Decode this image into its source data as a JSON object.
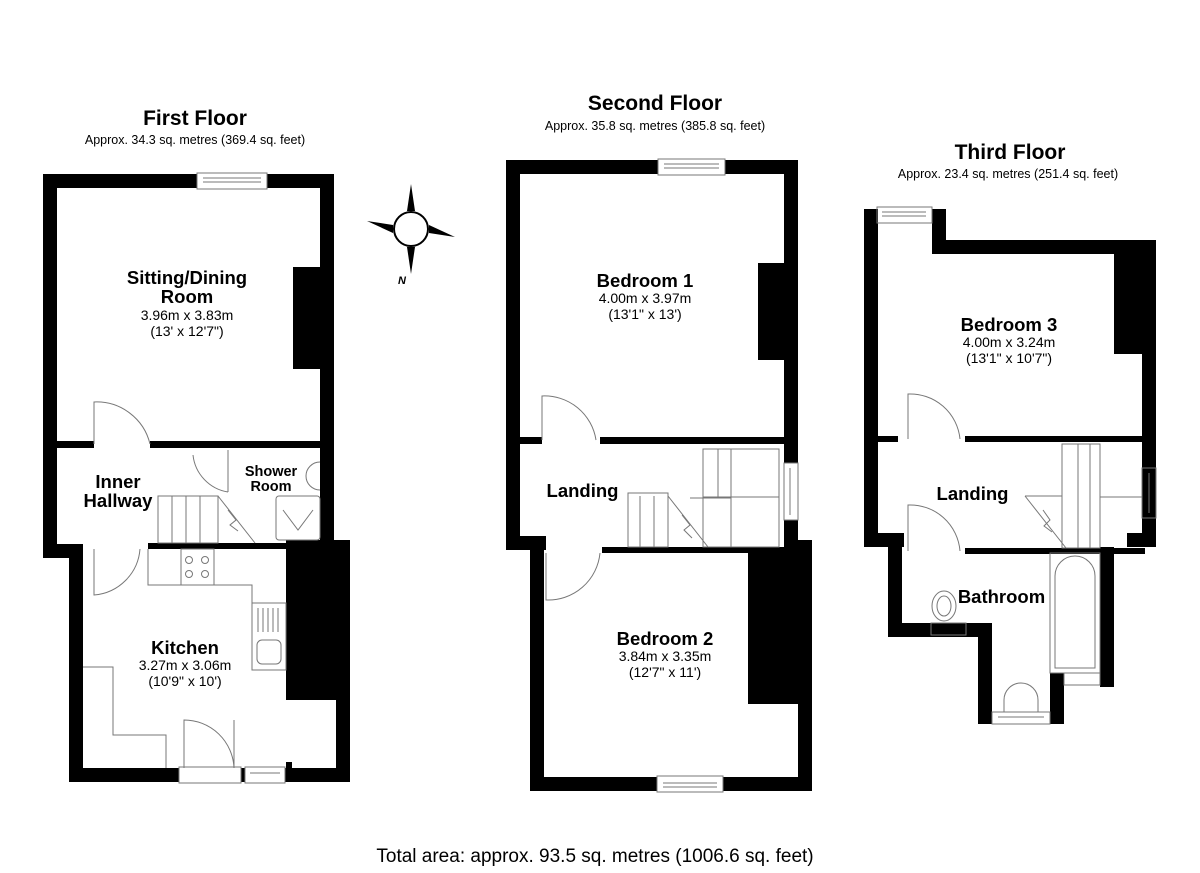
{
  "floors": [
    {
      "title": "First Floor",
      "area": "Approx. 34.3 sq. metres (369.4 sq. feet)",
      "rooms": [
        {
          "name": "Sitting/Dining Room",
          "name_line1": "Sitting/Dining",
          "name_line2": "Room",
          "dims_m": "3.96m x 3.83m",
          "dims_ft": "(13' x 12'7\")"
        },
        {
          "name": "Inner Hallway",
          "name_line1": "Inner",
          "name_line2": "Hallway"
        },
        {
          "name": "Shower Room",
          "name_line1": "Shower",
          "name_line2": "Room"
        },
        {
          "name": "Kitchen",
          "dims_m": "3.27m x 3.06m",
          "dims_ft": "(10'9\" x 10')"
        }
      ]
    },
    {
      "title": "Second Floor",
      "area": "Approx. 35.8 sq. metres (385.8 sq. feet)",
      "rooms": [
        {
          "name": "Bedroom 1",
          "dims_m": "4.00m x 3.97m",
          "dims_ft": "(13'1\" x 13')"
        },
        {
          "name": "Landing"
        },
        {
          "name": "Bedroom 2",
          "dims_m": "3.84m x 3.35m",
          "dims_ft": "(12'7\" x 11')"
        }
      ]
    },
    {
      "title": "Third Floor",
      "area": "Approx. 23.4 sq. metres (251.4 sq. feet)",
      "rooms": [
        {
          "name": "Bedroom 3",
          "dims_m": "4.00m x 3.24m",
          "dims_ft": "(13'1\" x 10'7\")"
        },
        {
          "name": "Landing"
        },
        {
          "name": "Bathroom"
        }
      ]
    }
  ],
  "compass": {
    "icon": "compass-rose-icon",
    "label": "N"
  },
  "total_area": "Total area: approx. 93.5 sq. metres (1006.6 sq. feet)",
  "colors": {
    "wall": "#000000",
    "fixture_line": "#777777",
    "background": "#ffffff"
  }
}
